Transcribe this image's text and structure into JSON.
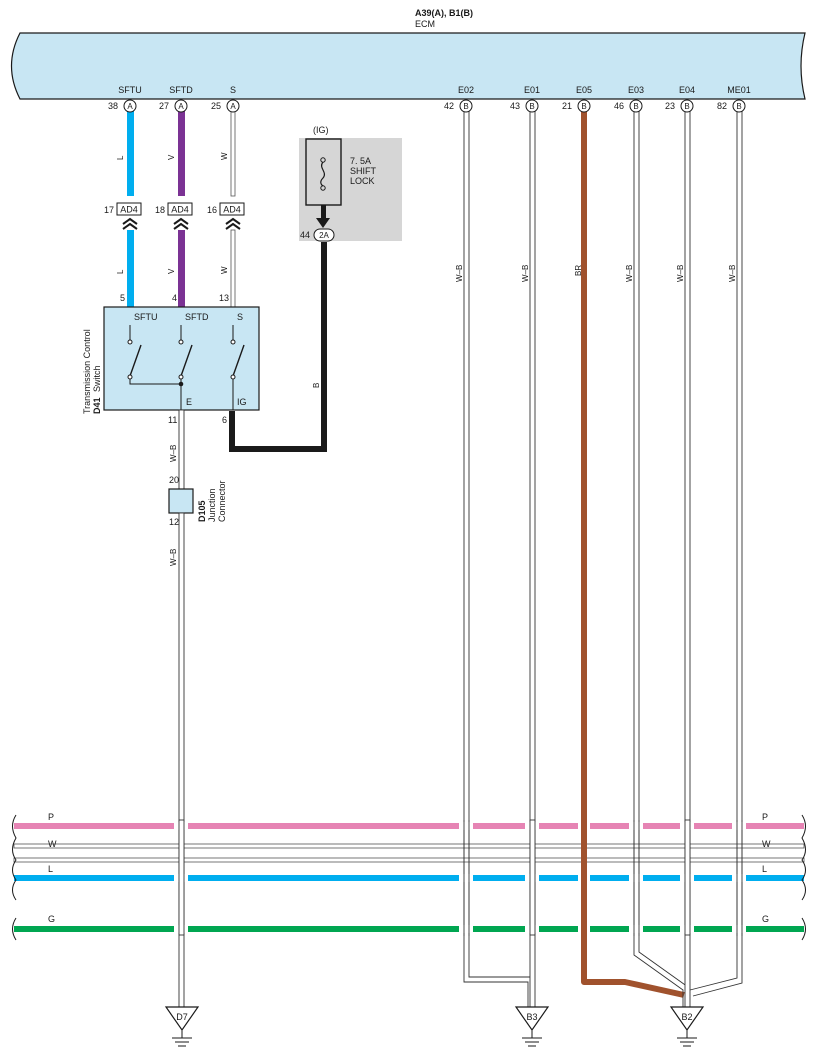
{
  "ecm": {
    "ref": "A39(A), B1(B)",
    "name": "ECM",
    "pins": [
      {
        "label": "SFTU",
        "pin": "38",
        "conn": "A"
      },
      {
        "label": "SFTD",
        "pin": "27",
        "conn": "A"
      },
      {
        "label": "S",
        "pin": "25",
        "conn": "A"
      },
      {
        "label": "E02",
        "pin": "42",
        "conn": "B"
      },
      {
        "label": "E01",
        "pin": "43",
        "conn": "B"
      },
      {
        "label": "E05",
        "pin": "21",
        "conn": "B"
      },
      {
        "label": "E03",
        "pin": "46",
        "conn": "B"
      },
      {
        "label": "E04",
        "pin": "23",
        "conn": "B"
      },
      {
        "label": "ME01",
        "pin": "82",
        "conn": "B"
      }
    ]
  },
  "wires": {
    "upper": [
      "L",
      "V",
      "W"
    ],
    "lower": [
      "L",
      "V",
      "W"
    ],
    "ground_colors": [
      "W–B",
      "W–B",
      "BR",
      "W–B",
      "W–B",
      "W–B"
    ],
    "switch_ground": "W–B",
    "junction_out": "W–B",
    "fuse_out": "B"
  },
  "ad4": [
    {
      "pin": "17",
      "label": "AD4"
    },
    {
      "pin": "18",
      "label": "AD4"
    },
    {
      "pin": "16",
      "label": "AD4"
    }
  ],
  "fuse": {
    "source": "(IG)",
    "rating": "7. 5A",
    "name1": "SHIFT",
    "name2": "LOCK",
    "conn_pin": "44",
    "conn_label": "2A"
  },
  "switch": {
    "id": "D41",
    "name1": "Transmission Control",
    "name2": "Switch",
    "top_pins": [
      "5",
      "4",
      "13"
    ],
    "top_labels": [
      "SFTU",
      "SFTD",
      "S"
    ],
    "bottom_labels": [
      "E",
      "IG"
    ],
    "bottom_pins": [
      "11",
      "6"
    ]
  },
  "junction": {
    "id": "D105",
    "name1": "Junction",
    "name2": "Connector",
    "pin_top": "20",
    "pin_bottom": "12"
  },
  "grounds": [
    "D7",
    "B3",
    "B2"
  ],
  "bus": {
    "lines": [
      {
        "label": "P",
        "color": "#e684b4"
      },
      {
        "label": "W",
        "color": "#ffffff"
      },
      {
        "label": "",
        "color": "#ffffff"
      },
      {
        "label": "L",
        "color": "#00aeef"
      },
      {
        "label": "G",
        "color": "#00a651"
      }
    ]
  },
  "colors": {
    "ecm_fill": "#c8e6f3",
    "blue": "#00aeef",
    "violet": "#7b3294",
    "brown": "#a0522d",
    "black": "#1a1a1a",
    "grey_box": "#d6d6d6"
  }
}
